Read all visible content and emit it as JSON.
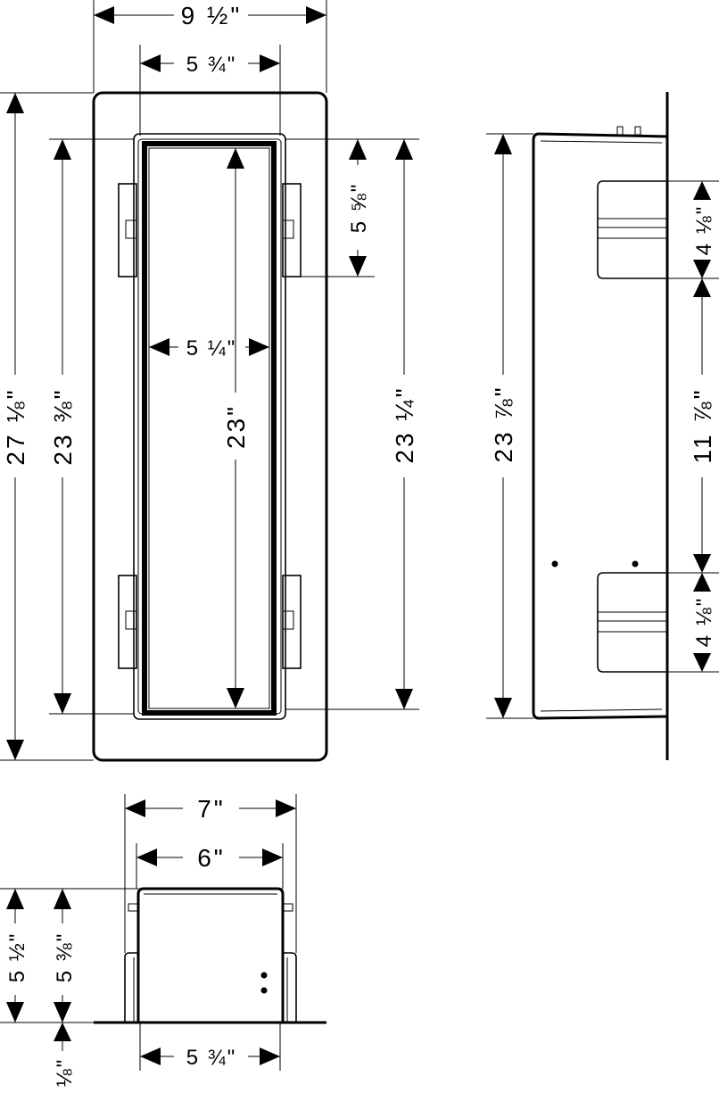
{
  "front_view": {
    "overall_width": "9 ½\"",
    "frame_width": "5 ¾\"",
    "overall_height": "27 ⅛\"",
    "body_height": "23 ⅜\"",
    "inner_width": "5 ¼\"",
    "inner_height": "23\"",
    "bracket_height": "5 ⅝\"",
    "frame_height": "23 ¼\""
  },
  "side_view": {
    "depth_height": "23 ⅞\"",
    "top_bracket": "4 ⅛\"",
    "middle_span": "11 ⅞\"",
    "bottom_bracket": "4 ⅛\""
  },
  "bottom_view": {
    "outer_width": "7\"",
    "inner_width": "6\"",
    "base_width": "5 ¾\"",
    "outer_depth": "5 ½\"",
    "inner_depth": "5 ⅜\"",
    "flange": "⅛\""
  }
}
